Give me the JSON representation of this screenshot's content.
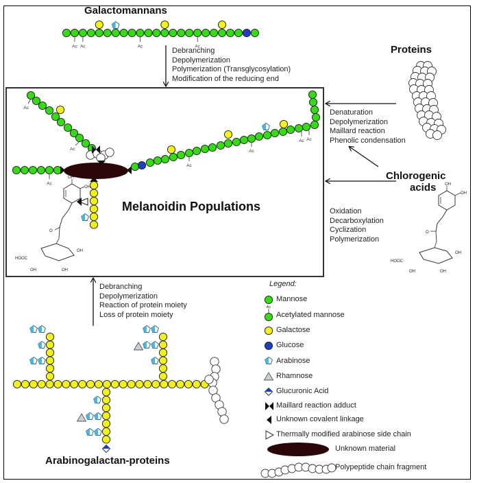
{
  "sources": {
    "galactomannans": {
      "title": "Galactomannans",
      "steps": [
        "Debranching",
        "Depolymerization",
        "Polymerization (Transglycosylation)",
        "Modification of the reducing end"
      ]
    },
    "proteins": {
      "title": "Proteins",
      "steps": [
        "Denaturation",
        "Depolymerization",
        "Maillard reaction",
        "Phenolic condensation"
      ]
    },
    "chlorogenic_acids": {
      "title_line1": "Chlorogenic",
      "title_line2": "acids",
      "steps": [
        "Oxidation",
        "Decarboxylation",
        "Cyclization",
        "Polymerization"
      ]
    },
    "arabinogalactan_proteins": {
      "title": "Arabinogalactan-proteins",
      "steps": [
        "Debranching",
        "Depolymerization",
        "Reaction of protein moiety",
        "Loss of protein moiety"
      ]
    }
  },
  "center": {
    "title": "Melanoidin Populations"
  },
  "acetyl_label": "Ac",
  "chem_labels": {
    "oh": "OH",
    "hooc": "HOOC",
    "o": "O"
  },
  "legend": {
    "title": "Legend:",
    "items": [
      {
        "key": "mannose",
        "label": "Mannose",
        "icon": "green-circle"
      },
      {
        "key": "acetylated-mannose",
        "label": "Acetylated mannose",
        "icon": "green-circle-ac"
      },
      {
        "key": "galactose",
        "label": "Galactose",
        "icon": "yellow-circle"
      },
      {
        "key": "glucose",
        "label": "Glucose",
        "icon": "blue-circle"
      },
      {
        "key": "arabinose",
        "label": "Arabinose",
        "icon": "blue-pentagon"
      },
      {
        "key": "rhamnose",
        "label": "Rhamnose",
        "icon": "gray-triangle"
      },
      {
        "key": "glucuronic-acid",
        "label": "Glucuronic Acid",
        "icon": "half-blue-diamond"
      },
      {
        "key": "maillard-adduct",
        "label": "Maillard reaction adduct",
        "icon": "bowtie"
      },
      {
        "key": "unknown-linkage",
        "label": "Unknown covalent linkage",
        "icon": "black-half-diamond"
      },
      {
        "key": "thermal-arabinose",
        "label": "Thermally modified arabinose side chain",
        "icon": "open-triangle"
      },
      {
        "key": "unknown-material",
        "label": "Unknown material",
        "icon": "dark-ellipse"
      },
      {
        "key": "polypeptide",
        "label": "Polypeptide chain fragment",
        "icon": "white-circles"
      }
    ]
  },
  "colors": {
    "mannose": "#33dd11",
    "galactose": "#f2f216",
    "glucose": "#1f3ec8",
    "arabinose": "#4ab6e6",
    "rhamnose": "#c8d0d4",
    "unknown_material": "#2a0606",
    "outline": "#1a1a1a"
  }
}
